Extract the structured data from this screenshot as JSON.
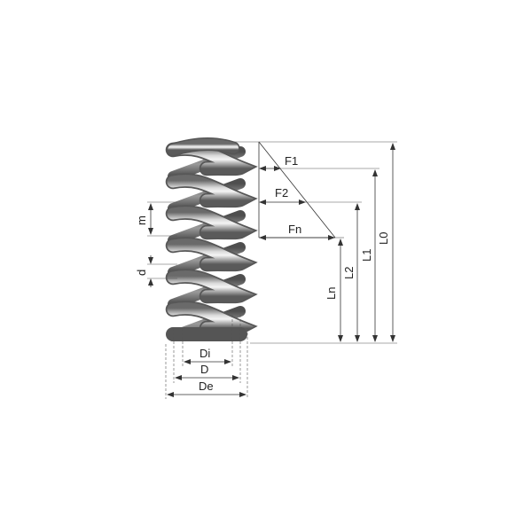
{
  "labels": {
    "pitch": "m",
    "wire": "d",
    "inner_diameter": "Di",
    "mean_diameter": "D",
    "outer_diameter": "De",
    "force1": "F1",
    "force2": "F2",
    "force_n": "Fn",
    "length_n": "Ln",
    "length2": "L2",
    "length1": "L1",
    "length0": "L0"
  },
  "colors": {
    "spring_dark": "#5d5d5d",
    "spring_light": "#e8e8e8",
    "lines": "#333333"
  }
}
